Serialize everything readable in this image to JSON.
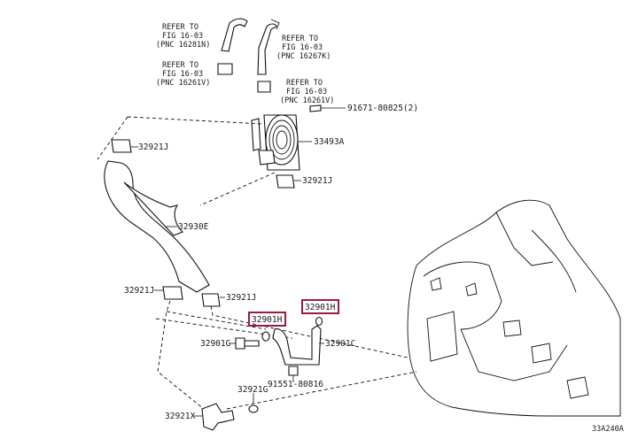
{
  "labels": {
    "ref_16281n": [
      "REFER TO",
      "FIG 16-03",
      "(PNC 16281N)"
    ],
    "ref_16267k": [
      "REFER TO",
      "FIG 16-03",
      "(PNC 16267K)"
    ],
    "ref_16261v_a": [
      "REFER TO",
      "FIG 16-03",
      "(PNC 16261V)"
    ],
    "ref_16261v_b": [
      "REFER TO",
      "FIG 16-03",
      "(PNC 16261V)"
    ]
  },
  "parts": {
    "p91671": "91671-80825(2)",
    "p33493a": "33493A",
    "p32921j_top": "32921J",
    "p32921j_right": "32921J",
    "p32930e": "32930E",
    "p32921j_left": "32921J",
    "p32921j_mid": "32921J",
    "p32901h_left": "32901H",
    "p32901h_right": "32901H",
    "p32901g": "32901G",
    "p32901c": "32901C",
    "p91551": "91551-80816",
    "p32921g": "32921G",
    "p32921x": "32921X"
  },
  "figure_code": "33A240A",
  "colors": {
    "highlight": "#9b1c3a",
    "line": "#111111"
  }
}
